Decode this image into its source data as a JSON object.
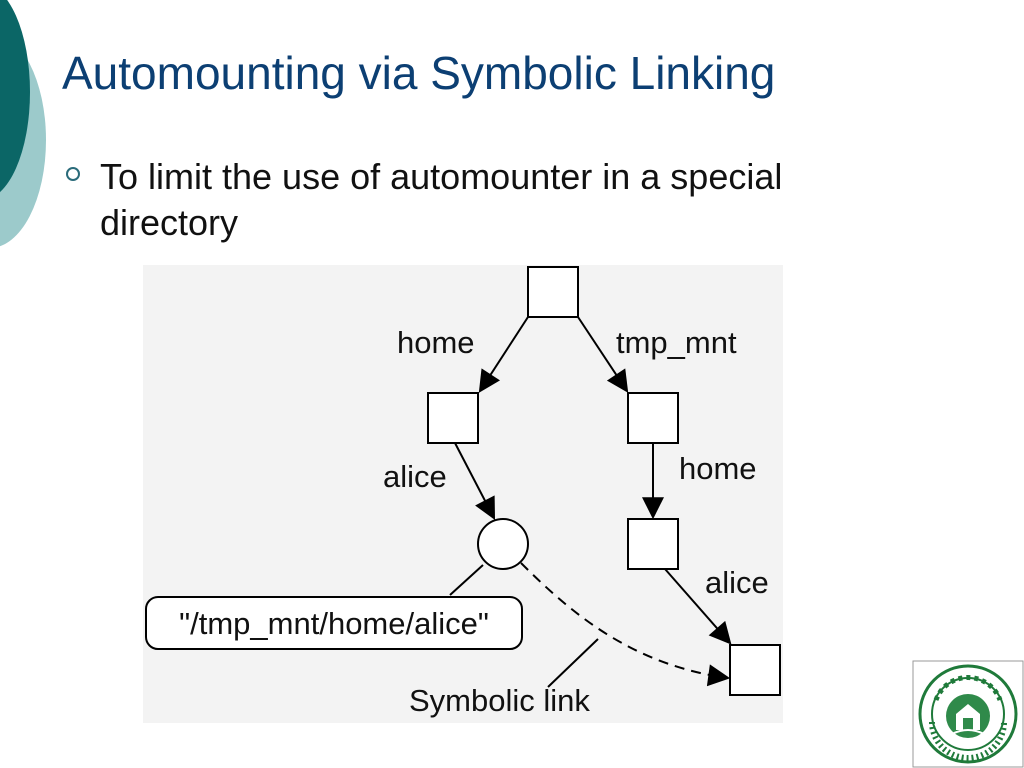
{
  "slide": {
    "title": "Automounting via Symbolic Linking",
    "bullets": [
      {
        "text": "To limit the use of automounter in a special directory"
      }
    ]
  },
  "diagram": {
    "edges": {
      "root_home": "home",
      "root_tmp_mnt": "tmp_mnt",
      "home_alice": "alice",
      "tmp_mnt_home": "home",
      "home_alice_right": "alice"
    },
    "link_target": "\"/tmp_mnt/home/alice\"",
    "link_caption": "Symbolic link"
  },
  "colors": {
    "title": "#0c3f73",
    "accent_dark": "#0b6666",
    "accent_light": "#8cc4c6",
    "logo_green": "#1f7a3a"
  }
}
